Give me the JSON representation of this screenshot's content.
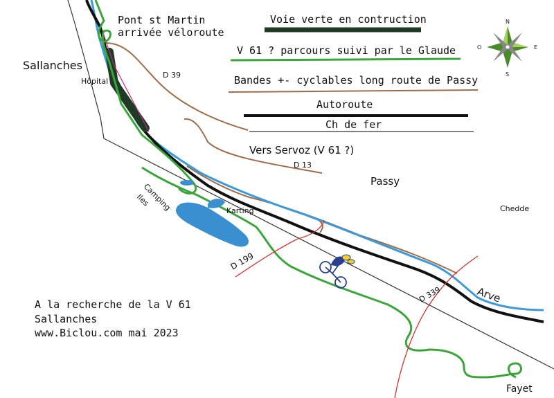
{
  "legend": {
    "voie_verte": "Voie verte en contruction",
    "v61": "V 61 ? parcours suivi par le Glaude",
    "bandes": "Bandes +- cyclables long route de Passy",
    "autoroute": "Autoroute",
    "ch_fer": "Ch de fer"
  },
  "places": {
    "pont_st_martin_1": "Pont st Martin",
    "pont_st_martin_2": "arrivée véloroute",
    "sallanches": "Sallanches",
    "hopital": "Hôpital",
    "passy": "Passy",
    "chedde": "Chedde",
    "karting": "Karting",
    "camping": "Camping",
    "iles": "Iles",
    "fayet": "Fayet",
    "vers_servoz": "Vers Servoz (V 61 ?)"
  },
  "roads": {
    "d39": "D 39",
    "d13": "D 13",
    "d199": "D 199",
    "d339": "D 339"
  },
  "river": "Arve",
  "compass": {
    "n": "N",
    "s": "S",
    "e": "E",
    "o": "O"
  },
  "caption": {
    "line1": "A la recherche de la V 61",
    "line2": "Sallanches",
    "line3": "www.Biclou.com mai 2023"
  },
  "colors": {
    "voie_verte": "#1f3b25",
    "v61": "#3aa63a",
    "bandes": "#a06c48",
    "autoroute": "#111111",
    "ch_fer": "#333333",
    "river": "#3b9ad9",
    "lake": "#3a8fd0",
    "road_red": "#d93030",
    "cyclist": "#2a3d8f"
  }
}
